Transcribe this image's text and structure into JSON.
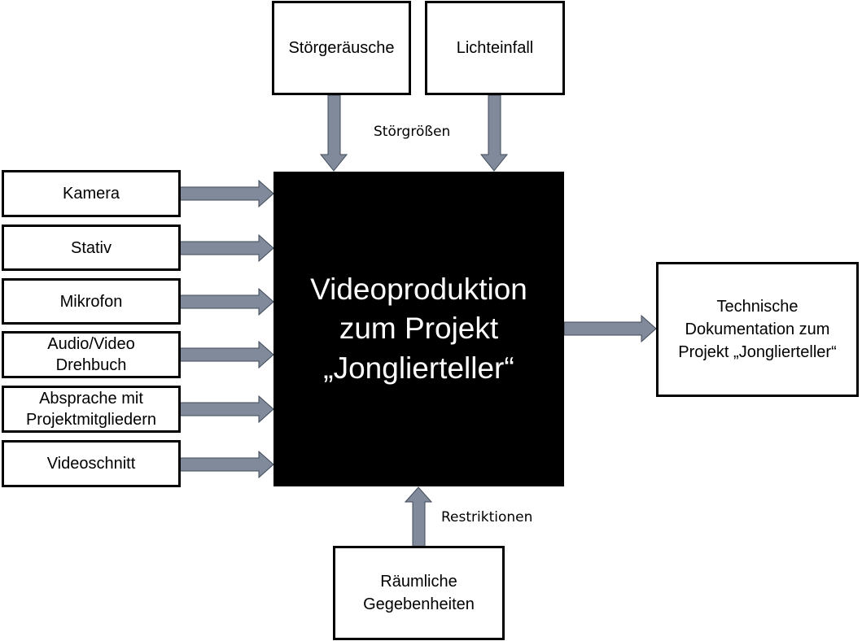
{
  "disturbances": {
    "label": "Störgrößen",
    "items": [
      "Störgeräusche",
      "Lichteinfall"
    ]
  },
  "inputs": [
    "Kamera",
    "Stativ",
    "Mikrofon",
    "Audio/Video\nDrehbuch",
    "Absprache mit\nProjektmitgliedern",
    "Videoschnitt"
  ],
  "process": "Videoproduktion\nzum Projekt\n„Jonglierteller“",
  "output": "Technische\nDokumentation zum\nProjekt „Jonglierteller“",
  "restrictions": {
    "label": "Restriktionen",
    "item": "Räumliche\nGegebenheiten"
  },
  "colors": {
    "arrow_fill": "#808a9a",
    "arrow_stroke": "#3f4a5a",
    "process_bg": "#000000"
  }
}
